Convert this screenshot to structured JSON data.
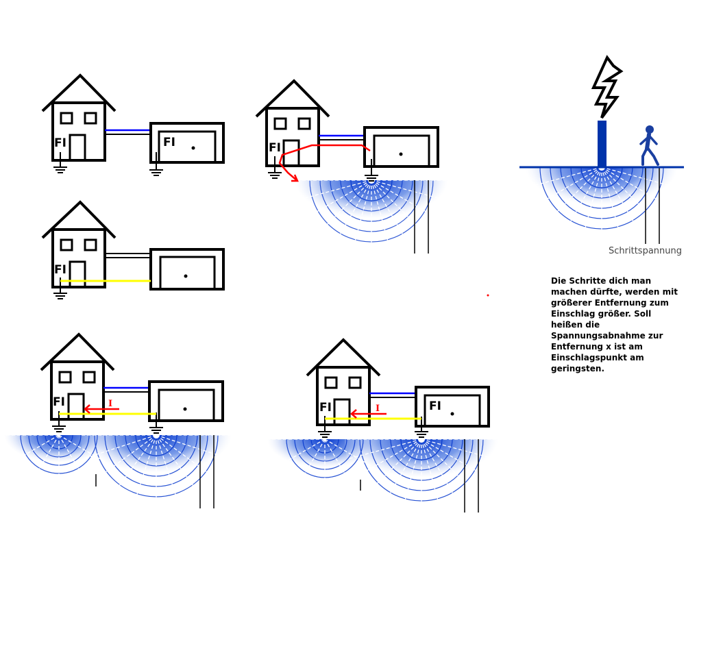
{
  "labels": {
    "fi": "FI",
    "current": "I",
    "step_voltage": "Schrittspannung"
  },
  "description_lines": [
    "Die Schritte dich man",
    "machen dürfte, werden mit",
    "größerer Entfernung zum",
    "Einschlag größer. Soll",
    "heißen die",
    "Spannungsabnahme zur",
    "Entfernung x ist am",
    "Einschlagspunkt am",
    "geringsten."
  ],
  "colors": {
    "line": "#000000",
    "neutral_wire": "#0000ff",
    "fault_path": "#ff0000",
    "pe_wire": "#ffff00",
    "field": "#0033cc",
    "mast": "#0033aa",
    "lightning": "#000000",
    "walker": "#1a3fa0"
  },
  "icons": [
    "lightning-bolt-icon",
    "walking-person-icon",
    "ground-symbol-icon"
  ]
}
